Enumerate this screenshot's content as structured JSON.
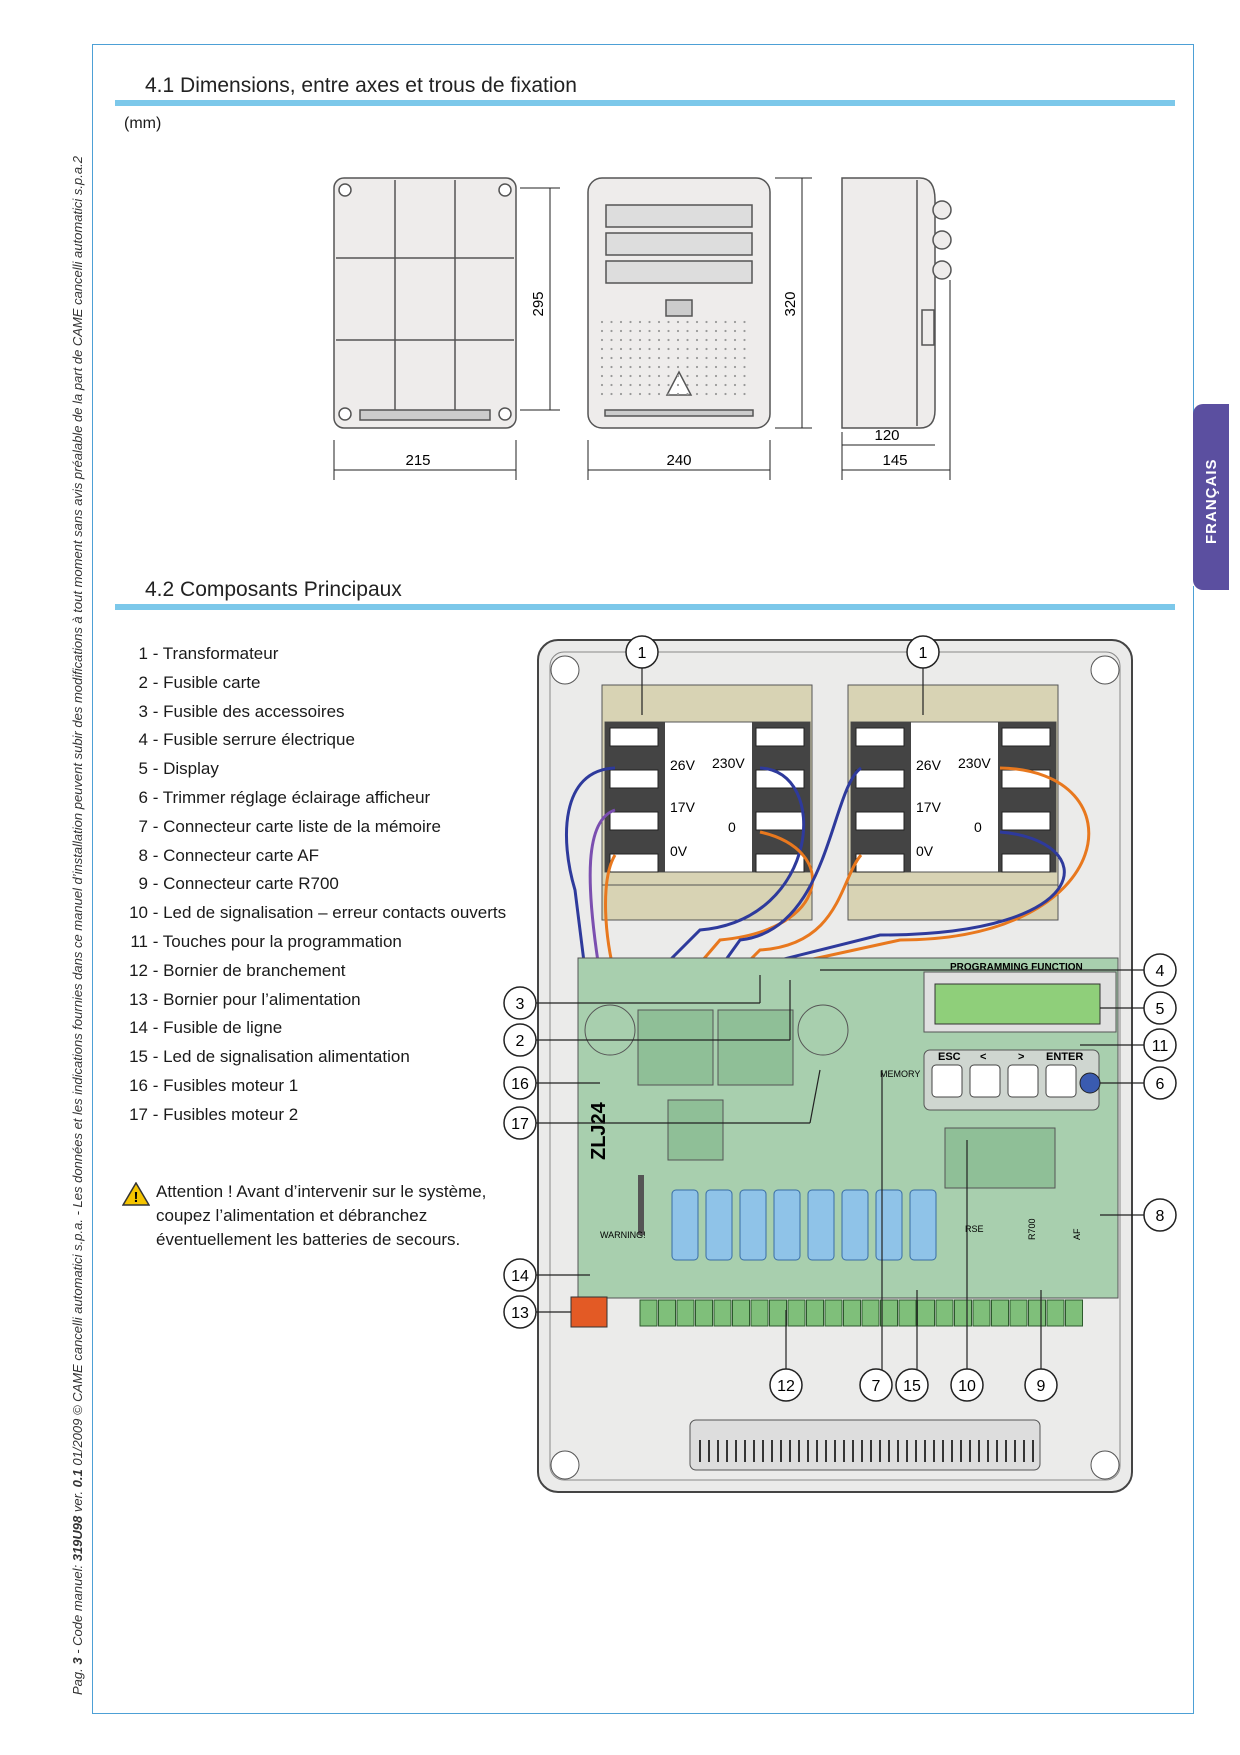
{
  "section1": {
    "title": "4.1 Dimensions, entre axes et trous de fixation",
    "unit": "(mm)"
  },
  "dimensions": {
    "d215": "215",
    "d240": "240",
    "d295": "295",
    "d320": "320",
    "d120": "120",
    "d145": "145"
  },
  "section2": {
    "title": "4.2 Composants Principaux"
  },
  "legend": [
    {
      "num": "1",
      "text": " - Transformateur"
    },
    {
      "num": "2",
      "text": " - Fusible carte"
    },
    {
      "num": "3",
      "text": " - Fusible des accessoires"
    },
    {
      "num": "4",
      "text": " - Fusible serrure électrique"
    },
    {
      "num": "5",
      "text": " - Display"
    },
    {
      "num": "6",
      "text": " - Trimmer réglage éclairage afficheur"
    },
    {
      "num": "7",
      "text": " - Connecteur carte liste de la mémoire"
    },
    {
      "num": "8",
      "text": " -  Connecteur carte AF"
    },
    {
      "num": "9",
      "text": " - Connecteur carte R700"
    },
    {
      "num": "10",
      "text": " - Led de signalisation – erreur contacts ouverts"
    },
    {
      "num": "11",
      "text": " - Touches pour la programmation"
    },
    {
      "num": "12",
      "text": " - Bornier de branchement"
    },
    {
      "num": "13",
      "text": " - Bornier pour l’alimentation"
    },
    {
      "num": "14",
      "text": " - Fusible de ligne"
    },
    {
      "num": "15",
      "text": " - Led de signalisation alimentation"
    },
    {
      "num": "16",
      "text": " - Fusibles moteur  1"
    },
    {
      "num": "17",
      "text": " - Fusibles moteur  2"
    }
  ],
  "warning": "Attention ! Avant d’intervenir sur le système, coupez l’alimentation et débranchez éventuellement les batteries de secours.",
  "side_tab": "FRANÇAIS",
  "side_text": {
    "pag": "Pag.",
    "page": "3",
    "manual": " - Code manuel: ",
    "code": "319U98",
    "ver": " ver. ",
    "version": "0.1",
    "rest": "  01/2009  © CAME cancelli automatici s.p.a. - Les données et les indications fournies dans ce manuel d’installation peuvent subir des modifications à tout moment sans avis préalable de la part de CAME cancelli automatici s.p.a.2"
  },
  "board": {
    "transfo_26v": "26V",
    "transfo_17v": "17V",
    "transfo_0v": "0V",
    "transfo_230v": "230V",
    "transfo_0": "0",
    "display_title": "PROGRAMMING FUNCTION",
    "key_esc": "ESC",
    "key_left": "<",
    "key_right": ">",
    "key_enter": "ENTER",
    "model": "ZLJ24",
    "memory": "MEMORY",
    "warning": "WARNING!",
    "rse": "RSE",
    "r700": "R700",
    "af": "AF"
  },
  "callouts": [
    "1",
    "1",
    "2",
    "3",
    "4",
    "5",
    "6",
    "7",
    "8",
    "9",
    "10",
    "11",
    "12",
    "13",
    "14",
    "15",
    "16",
    "17"
  ]
}
